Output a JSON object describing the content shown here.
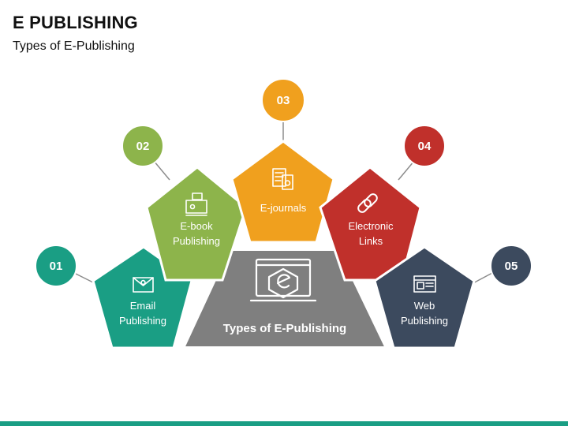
{
  "header": {
    "title": "E PUBLISHING",
    "subtitle": "Types of E-Publishing"
  },
  "center": {
    "label": "Types of E-Publishing",
    "icon": "laptop-e-logo-icon",
    "color": "#7f7f7f"
  },
  "items": [
    {
      "number": "01",
      "line1": "Email",
      "line2": "Publishing",
      "icon": "envelope-at-icon",
      "color": "#1a9e84"
    },
    {
      "number": "02",
      "line1": "E-book",
      "line2": "Publishing",
      "icon": "monitor-reader-icon",
      "color": "#8db44b"
    },
    {
      "number": "03",
      "line1": "E-journals",
      "line2": "",
      "icon": "journal-document-icon",
      "color": "#f0a01e"
    },
    {
      "number": "04",
      "line1": "Electronic",
      "line2": "Links",
      "icon": "chain-link-icon",
      "color": "#c0302b"
    },
    {
      "number": "05",
      "line1": "Web",
      "line2": "Publishing",
      "icon": "web-window-icon",
      "color": "#3c4a5e"
    }
  ],
  "footer": {
    "bar_color": "#1a9e84"
  }
}
